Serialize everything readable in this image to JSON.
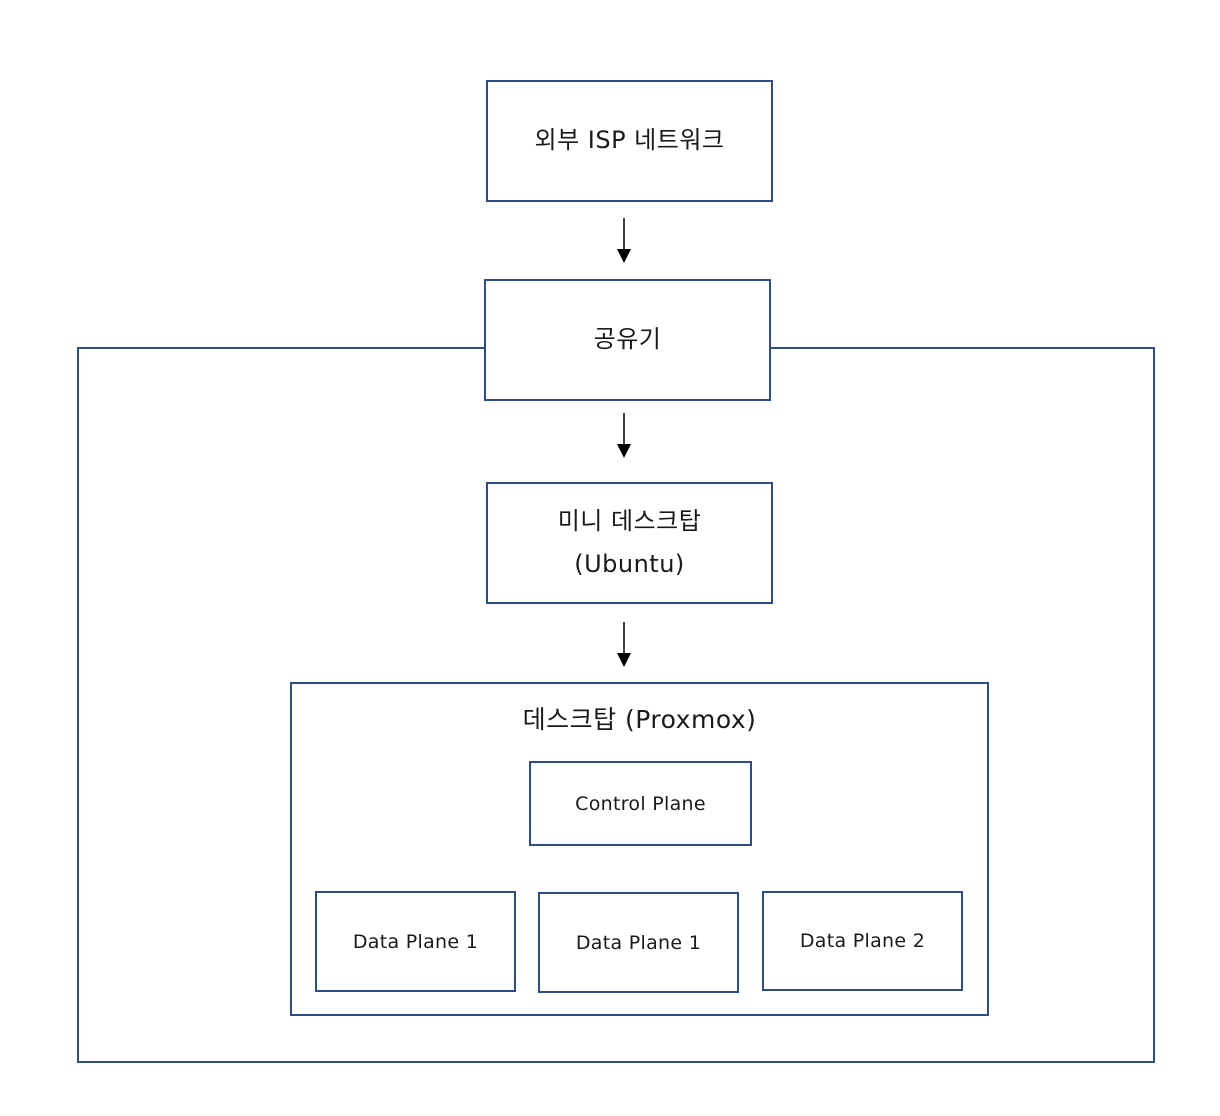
{
  "nodes": {
    "isp": "외부 ISP 네트워크",
    "router": "공유기",
    "mini_desktop": {
      "line1": "미니 데스크탑",
      "line2": "(Ubuntu)"
    },
    "proxmox_desktop": "데스크탑 (Proxmox)",
    "control_plane": "Control Plane",
    "data_planes": [
      "Data Plane 1",
      "Data Plane 1",
      "Data Plane 2"
    ]
  },
  "colors": {
    "border": "#2f4b8a",
    "arrow": "#000000",
    "text": "#1a1a1a",
    "background": "#ffffff"
  }
}
